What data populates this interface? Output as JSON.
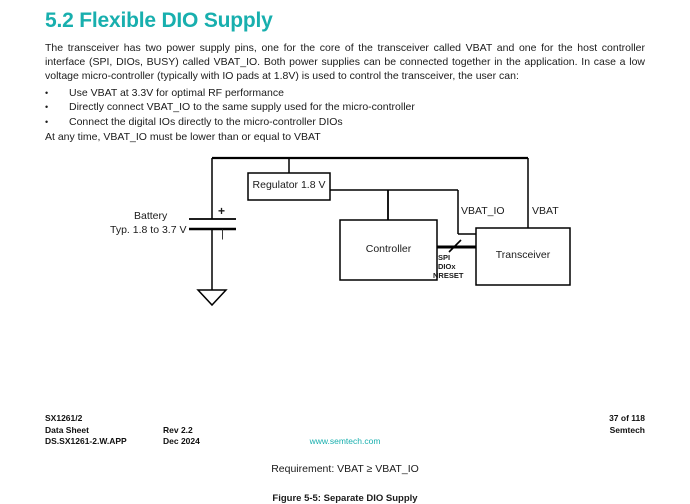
{
  "heading": "5.2 Flexible DIO Supply",
  "intro": "The transceiver has two power supply pins, one for the core of the transceiver called VBAT and one for the host controller interface (SPI, DIOs, BUSY) called VBAT_IO. Both power supplies can be connected together in the application. In case a low voltage micro-controller (typically with IO pads at 1.8V) is used to control the transceiver, the user can:",
  "bullet_mark": "•",
  "bullets": [
    "Use VBAT at 3.3V for optimal RF performance",
    "Directly connect VBAT_IO to the same supply used for the micro-controller",
    "Connect the digital IOs directly to the micro-controller DIOs"
  ],
  "closing_line": "At any time, VBAT_IO must be lower than or equal to VBAT",
  "figure": {
    "battery_label_line1": "Battery",
    "battery_label_line2": "Typ. 1.8 to 3.7 V",
    "battery_plus": "+",
    "battery_minus": "|",
    "regulator_label": "Regulator 1.8 V",
    "controller_label": "Controller",
    "transceiver_label": "Transceiver",
    "net_vbat_io": "VBAT_IO",
    "net_vbat": "VBAT",
    "bus_labels": [
      "SPI",
      "DIOx",
      "NRESET"
    ],
    "requirement": "Requirement: VBAT ≥ VBAT_IO",
    "caption": "Figure 5-5: Separate DIO Supply"
  },
  "footer": {
    "part": "SX1261/2",
    "doctype": "Data Sheet",
    "docid": "DS.SX1261-2.W.APP",
    "revision": "Rev 2.2",
    "date": "Dec 2024",
    "website": "www.semtech.com",
    "page": "37 of 118",
    "company": "Semtech"
  },
  "colors": {
    "accent": "#18AFAE",
    "text": "#1b1b1b",
    "wire": "#000000"
  }
}
